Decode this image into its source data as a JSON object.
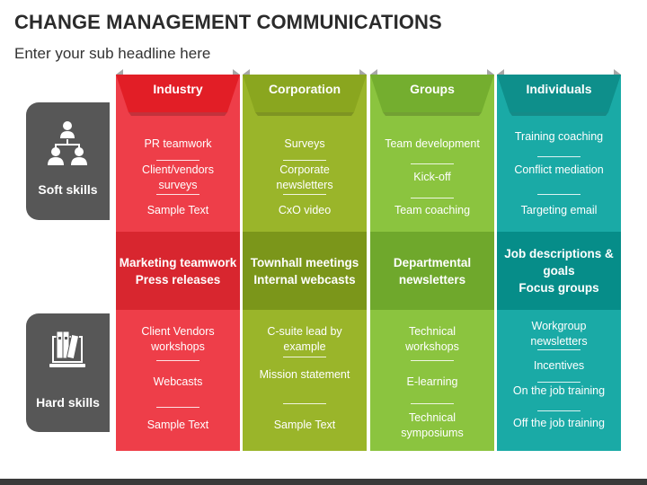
{
  "title": "CHANGE MANAGEMENT COMMUNICATIONS",
  "subtitle": "Enter your sub headline here",
  "rows": [
    {
      "label": "Soft skills",
      "icon": "org-chart-icon"
    },
    {
      "label": "Hard skills",
      "icon": "books-laptop-icon"
    }
  ],
  "columns": [
    {
      "header": "Industry",
      "color": "#ee3e49",
      "mid_color": "#d8262f",
      "header_color": "#e21e26",
      "soft": [
        "PR teamwork",
        "Client/vendors surveys",
        "Sample Text"
      ],
      "middle": [
        "Marketing teamwork",
        "Press releases"
      ],
      "hard": [
        "Client Vendors workshops",
        "Webcasts",
        "Sample Text"
      ]
    },
    {
      "header": "Corporation",
      "color": "#9ab52a",
      "mid_color": "#7b961a",
      "header_color": "#8aa61f",
      "soft": [
        "Surveys",
        "Corporate newsletters",
        "CxO video"
      ],
      "middle": [
        "Townhall meetings",
        "Internal webcasts"
      ],
      "hard": [
        "C-suite lead by example",
        "Mission statement",
        "Sample Text"
      ]
    },
    {
      "header": "Groups",
      "color": "#8bc43f",
      "mid_color": "#6fa82c",
      "header_color": "#74ae2f",
      "soft": [
        "Team development",
        "Kick-off",
        "Team coaching"
      ],
      "middle": [
        "Departmental newsletters"
      ],
      "hard": [
        "Technical workshops",
        "E-learning",
        "Technical symposiums"
      ]
    },
    {
      "header": "Individuals",
      "color": "#1aaaa6",
      "mid_color": "#068d89",
      "header_color": "#0e8f8b",
      "soft": [
        "Training coaching",
        "Conflict mediation",
        "Targeting email"
      ],
      "middle": [
        "Job descriptions & goals",
        "Focus groups"
      ],
      "hard": [
        "Workgroup newsletters",
        "Incentives",
        "On the job training",
        "Off the job training"
      ]
    }
  ]
}
